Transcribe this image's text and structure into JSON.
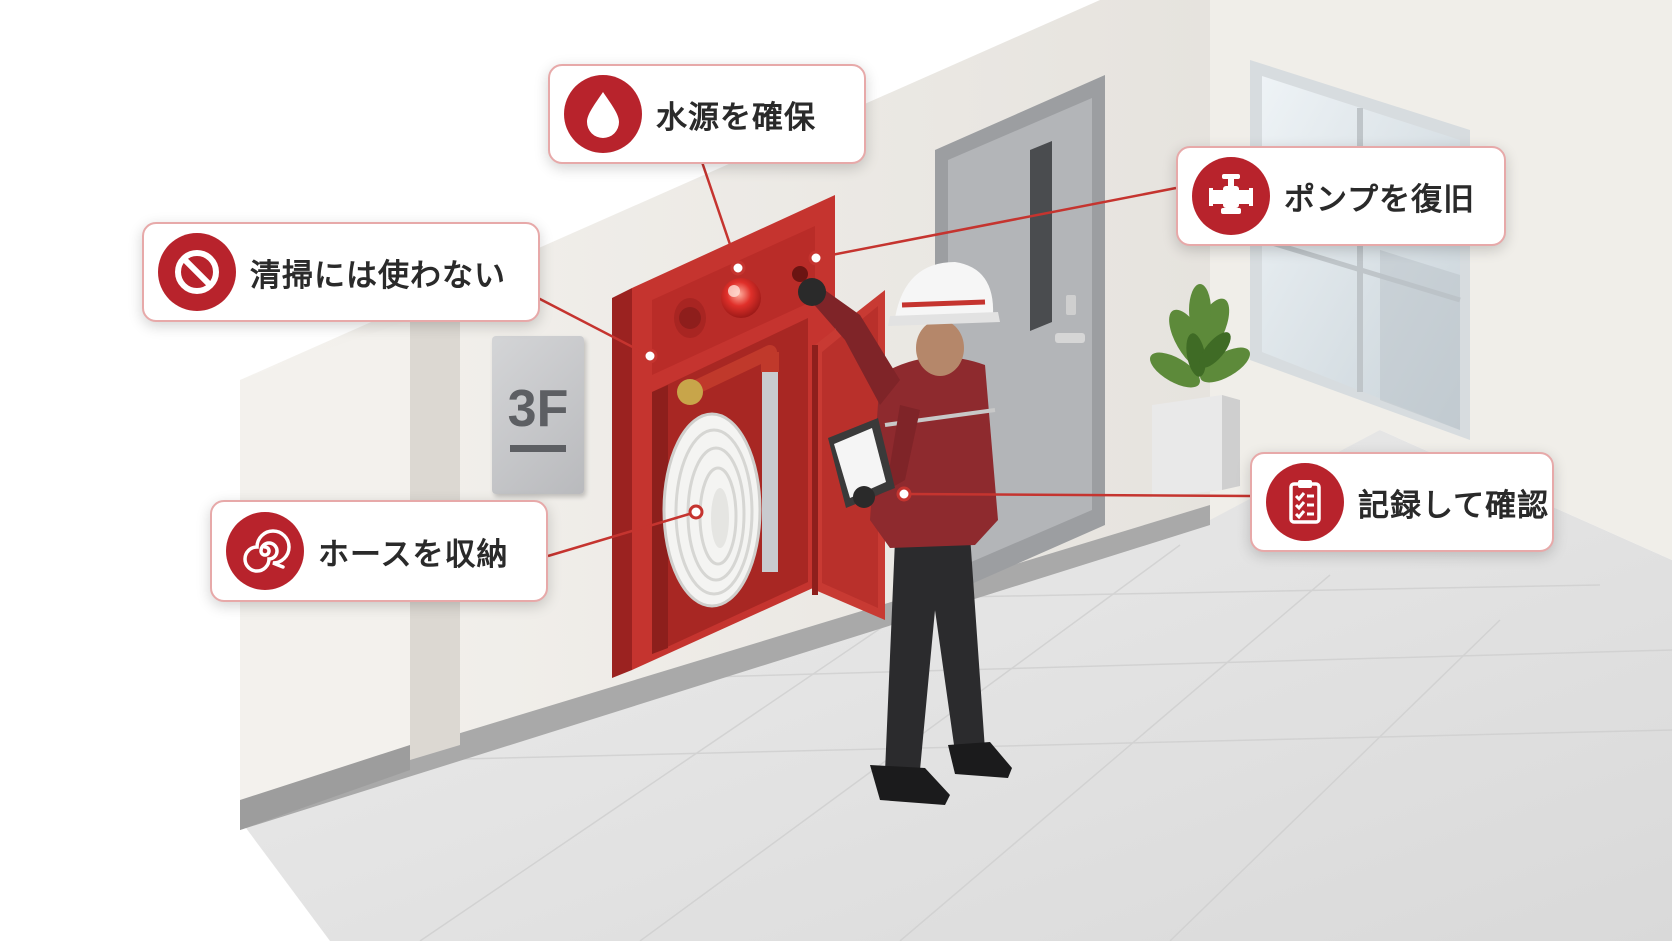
{
  "sign": {
    "floor": "3F"
  },
  "callouts": {
    "water": {
      "label": "水源を確保",
      "icon": "water-drop-icon"
    },
    "pump": {
      "label": "ポンプを復旧",
      "icon": "pump-icon"
    },
    "no_clean": {
      "label": "清掃には使わない",
      "icon": "prohibited-icon"
    },
    "record": {
      "label": "記録して確認",
      "icon": "clipboard-checklist-icon"
    },
    "hose": {
      "label": "ホースを収納",
      "icon": "coiled-hose-icon"
    }
  },
  "colors": {
    "accent": "#b8232c",
    "cabinet": "#c5342f",
    "uniform": "#8e2a2e",
    "wall": "#efece7",
    "floor": "#e6e6e6"
  }
}
